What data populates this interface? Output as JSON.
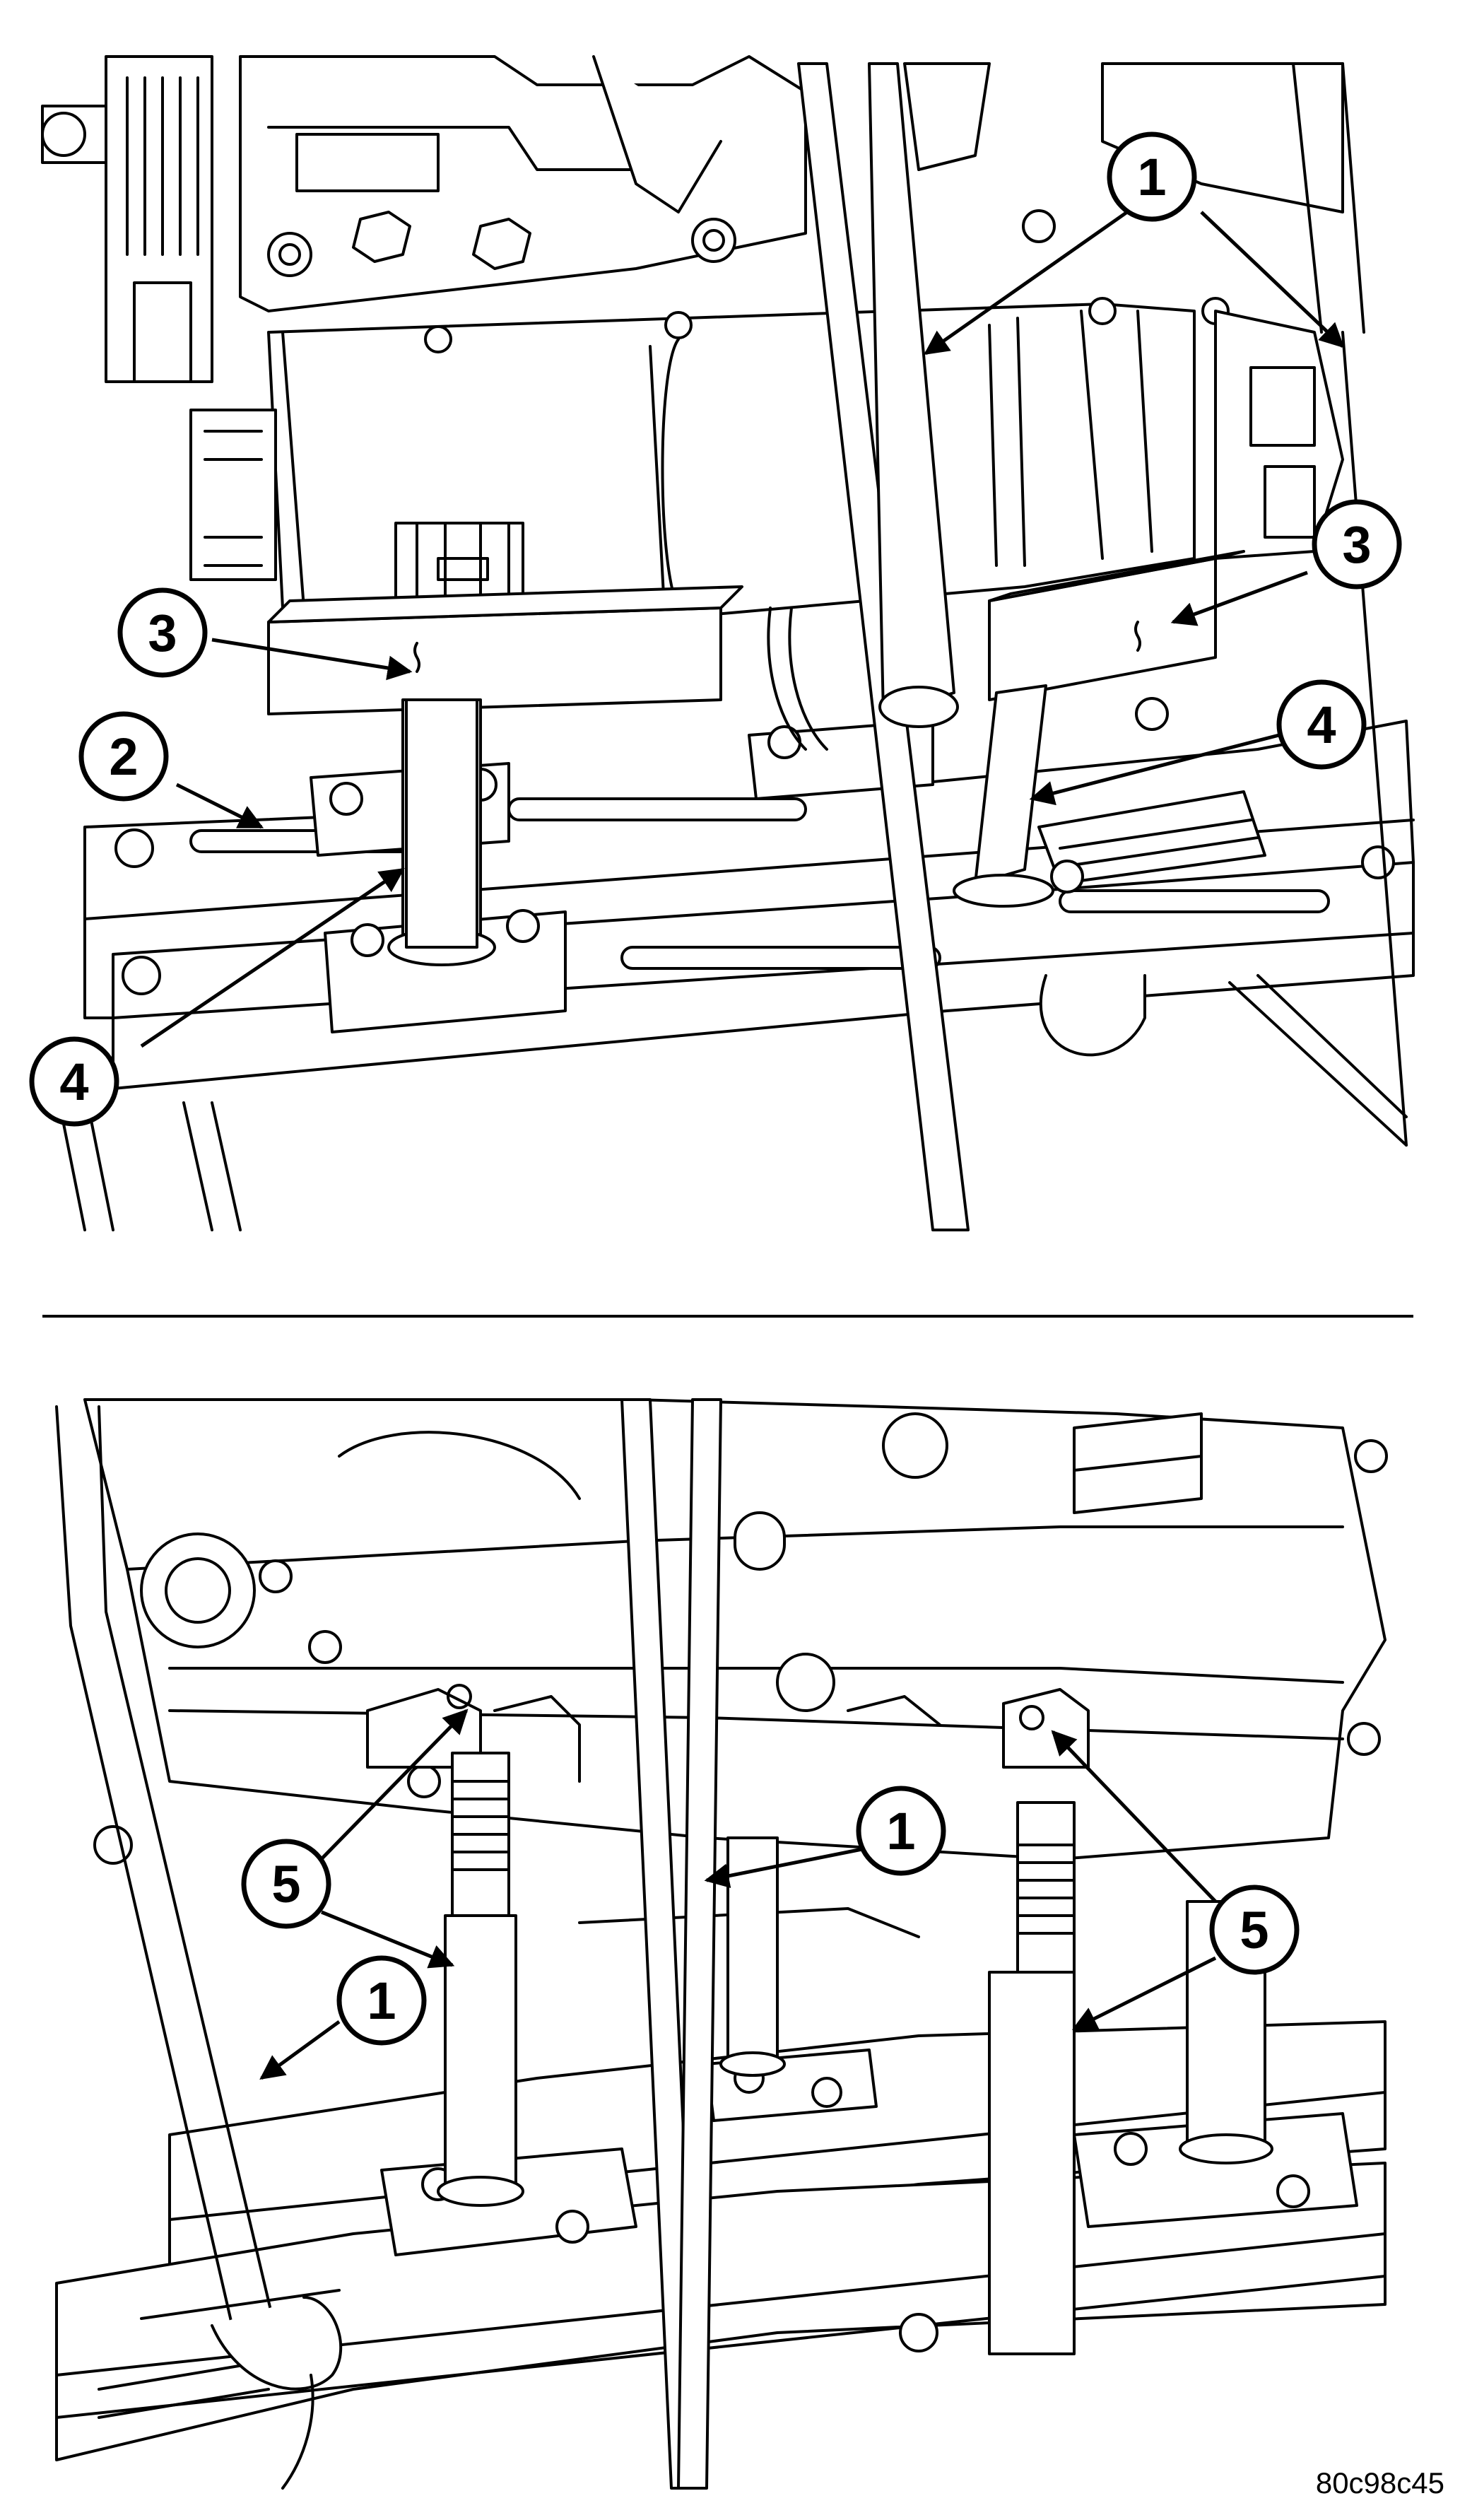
{
  "figure_id": "80c98c45",
  "top_panel": {
    "callouts": [
      {
        "id": "callout-1",
        "label": "1"
      },
      {
        "id": "callout-2",
        "label": "2"
      },
      {
        "id": "callout-3-left",
        "label": "3"
      },
      {
        "id": "callout-3-right",
        "label": "3"
      },
      {
        "id": "callout-4-right",
        "label": "4"
      },
      {
        "id": "callout-4-left",
        "label": "4"
      }
    ]
  },
  "bottom_panel": {
    "callouts": [
      {
        "id": "callout-1-center",
        "label": "1"
      },
      {
        "id": "callout-1-left",
        "label": "1"
      },
      {
        "id": "callout-5-left",
        "label": "5"
      },
      {
        "id": "callout-5-right",
        "label": "5"
      }
    ]
  },
  "colors": {
    "line": "#000000",
    "background": "#ffffff"
  }
}
